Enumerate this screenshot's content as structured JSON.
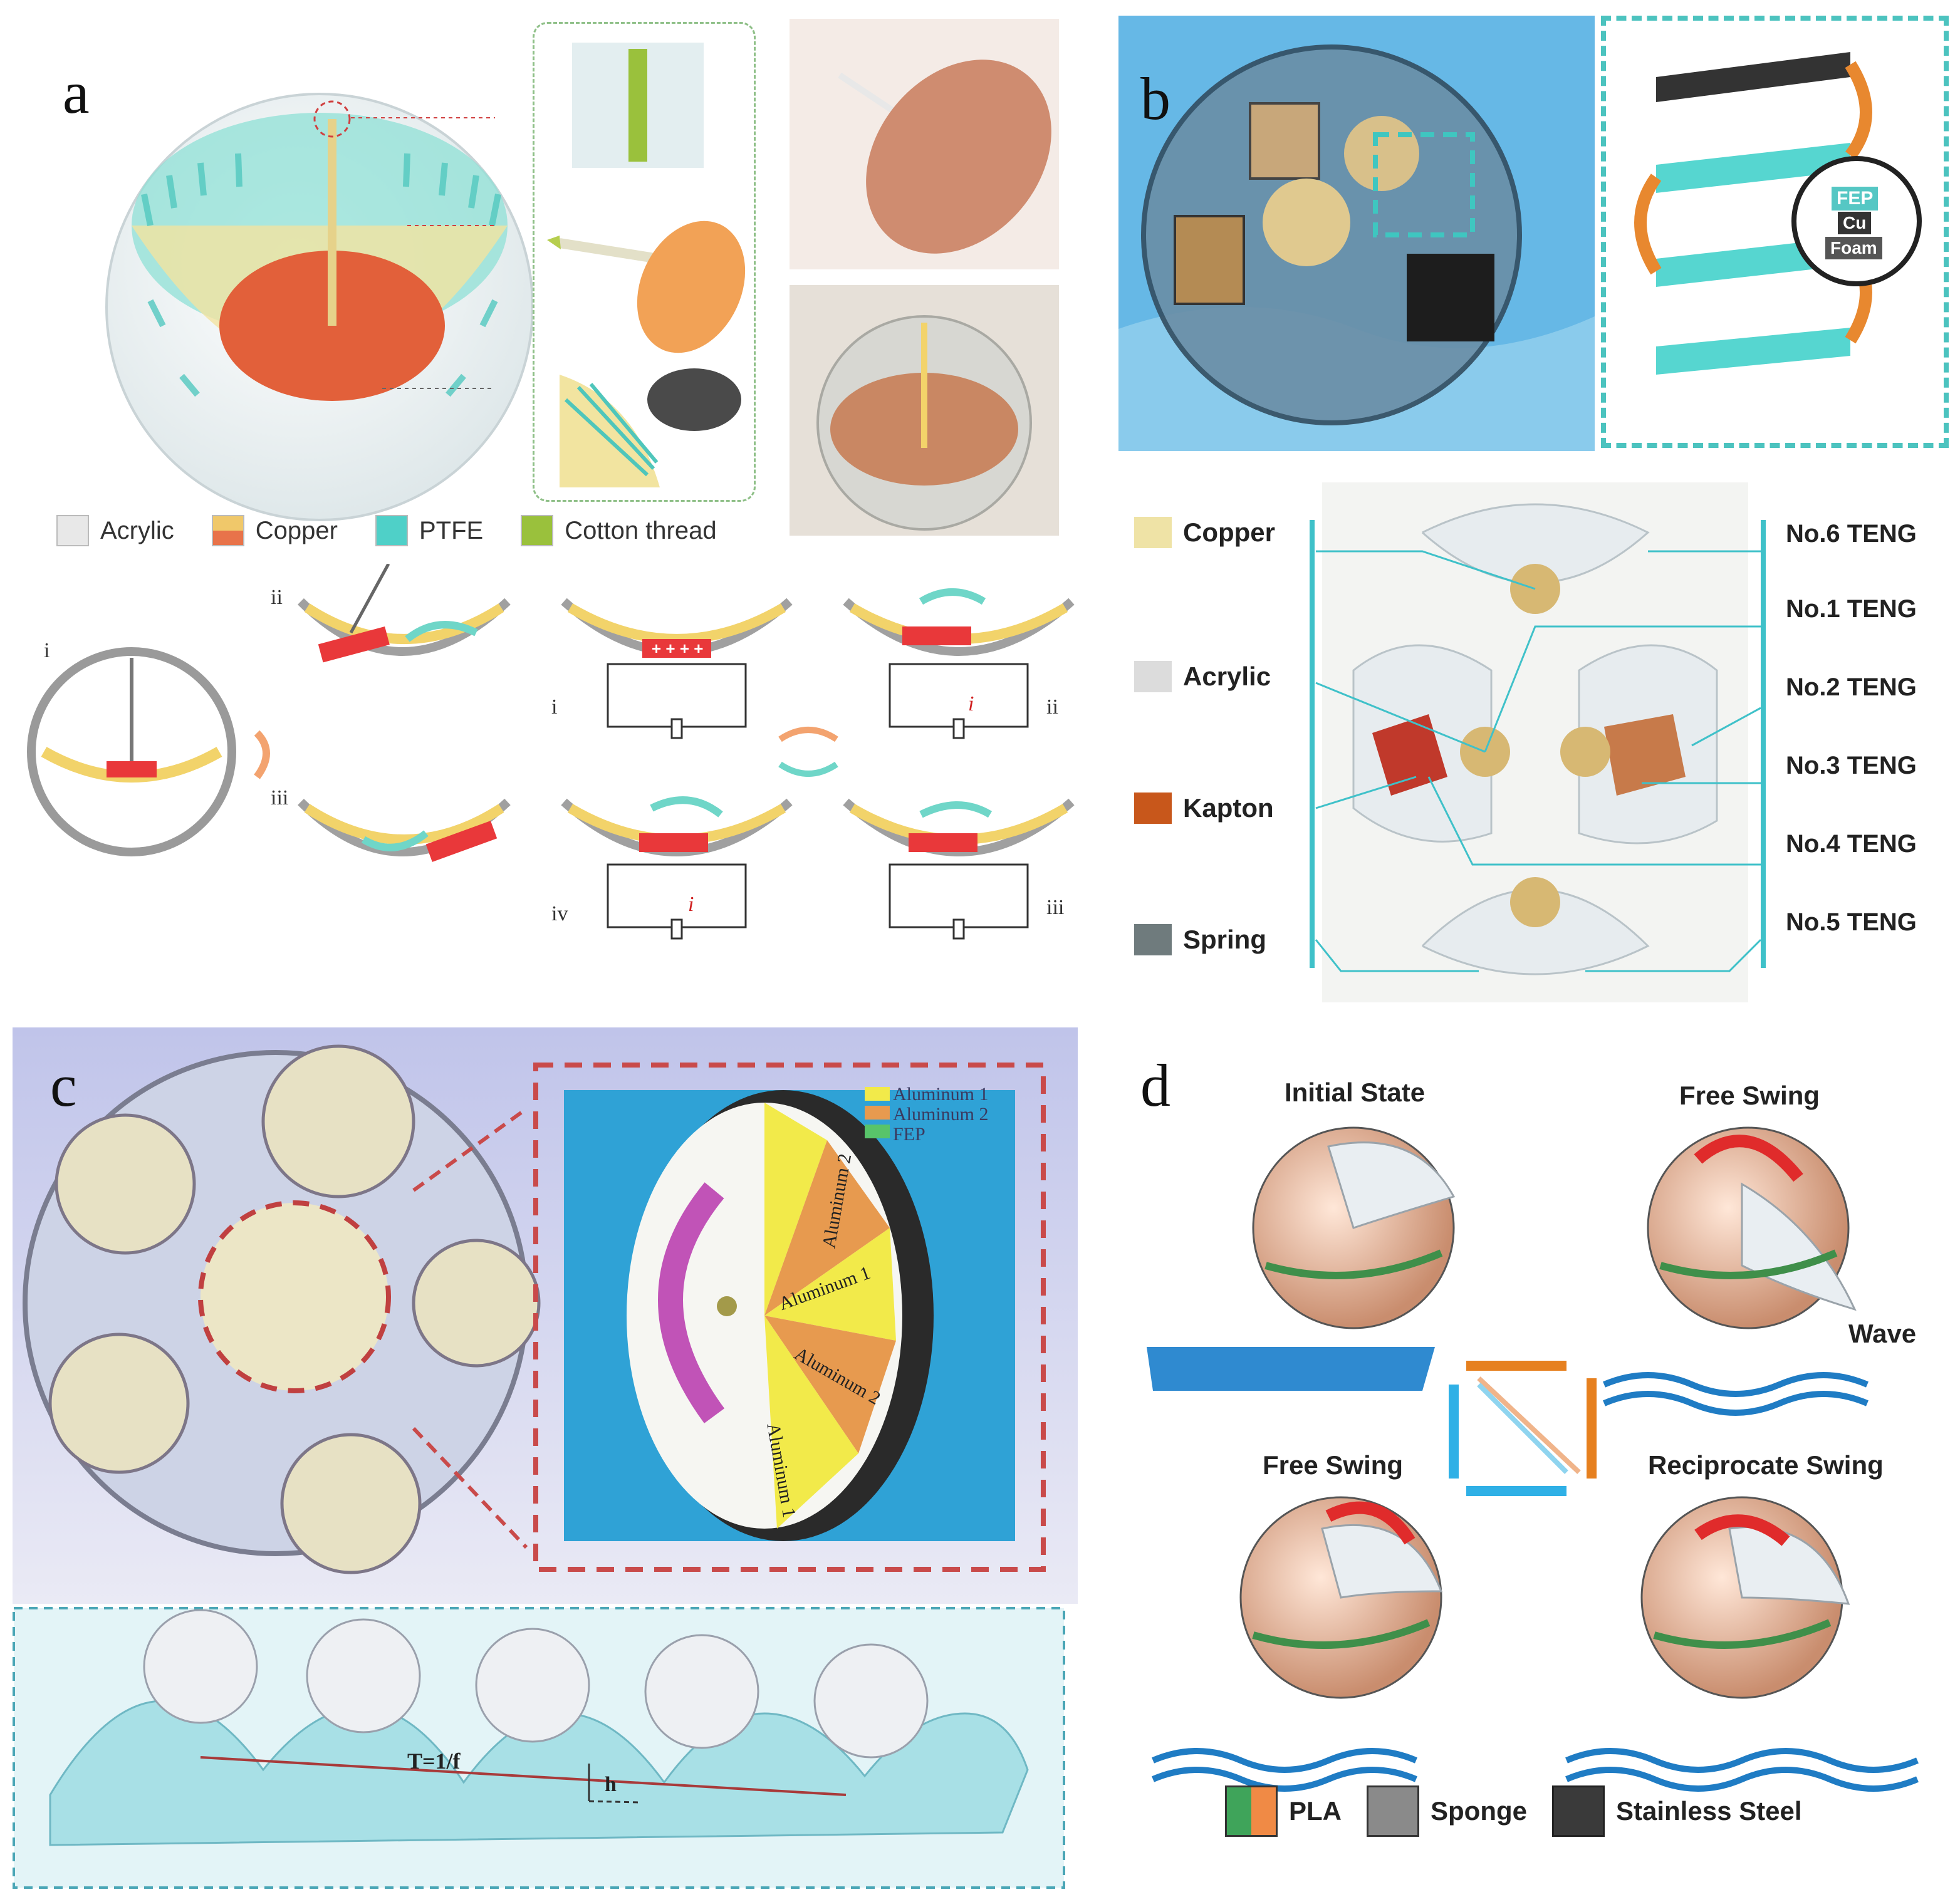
{
  "panels": {
    "a": {
      "label": "a",
      "legend": [
        {
          "name": "Acrylic",
          "color": "#e8e8e8"
        },
        {
          "name": "Copper",
          "color": "#f0c86a",
          "color2": "#e8734a"
        },
        {
          "name": "PTFE",
          "color": "#4fd0c8"
        },
        {
          "name": "Cotton thread",
          "color": "#9ac13c"
        }
      ],
      "left_steps": [
        "i",
        "ii",
        "iii"
      ],
      "right_steps": [
        "i",
        "ii",
        "iii",
        "iv"
      ],
      "charges": "+ + + +",
      "current": "i"
    },
    "b": {
      "label": "b",
      "inset_layers": [
        "FEP",
        "Cu",
        "Foam"
      ],
      "materials": [
        "Copper",
        "Acrylic",
        "Kapton",
        "Spring"
      ],
      "material_colors": [
        "#efe3a6",
        "#dcdcdc",
        "#c8571b",
        "#6f7b7d"
      ],
      "tengs": [
        "No.6 TENG",
        "No.1 TENG",
        "No.2 TENG",
        "No.3 TENG",
        "No.4 TENG",
        "No.5 TENG"
      ]
    },
    "c": {
      "label": "c",
      "inset_legend": [
        {
          "name": "Aluminum 1",
          "color": "#f2ea4a"
        },
        {
          "name": "Aluminum 2",
          "color": "#e79a4f"
        },
        {
          "name": "FEP",
          "color": "#58c46a"
        }
      ],
      "disk_sectors": [
        "Aluminum 2",
        "Aluminum 1",
        "Aluminum 2",
        "Aluminum 1"
      ],
      "period_label": "T=1/f",
      "height_label": "h"
    },
    "d": {
      "label": "d",
      "states": [
        "Initial State",
        "Free Swing",
        "Free Swing",
        "Reciprocate Swing"
      ],
      "wave_label": "Wave",
      "legend": [
        {
          "name": "PLA",
          "color": "#3fa45a",
          "color2": "#f08a45"
        },
        {
          "name": "Sponge",
          "color": "#8a8a8a"
        },
        {
          "name": "Stainless Steel",
          "color": "#3a3a3a"
        }
      ]
    }
  }
}
